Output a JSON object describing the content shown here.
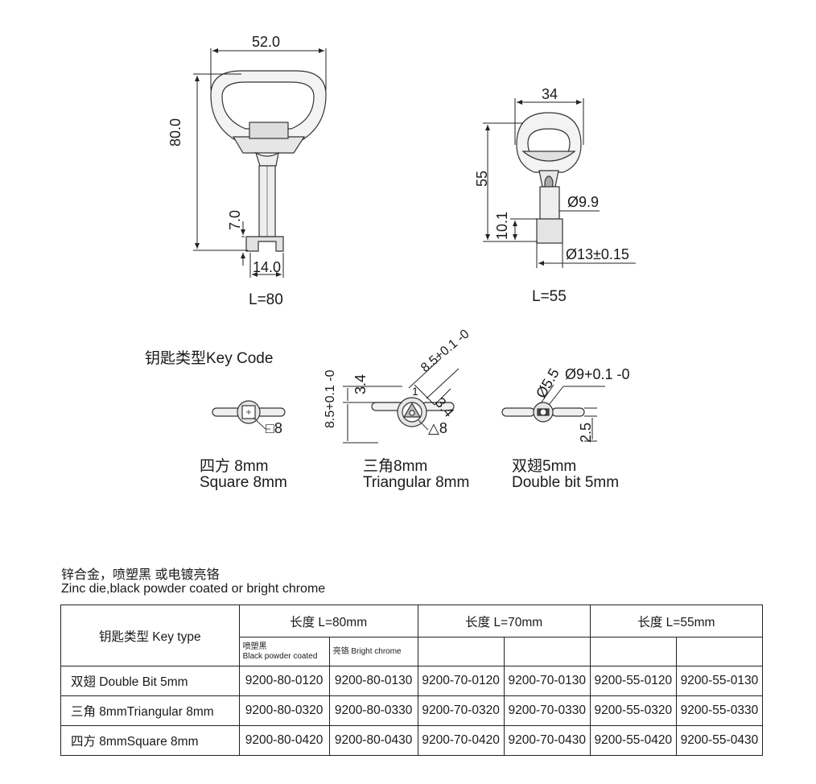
{
  "key80": {
    "width_dim": "52.0",
    "height_dim": "80.0",
    "bit_dim": "7.0",
    "foot_dim": "14.0",
    "caption": "L=80"
  },
  "key55": {
    "width_dim": "34",
    "height_dim": "55",
    "shank_dim": "Ø9.9",
    "bit_len_dim": "10.1",
    "base_dim": "Ø13±0.15",
    "caption": "L=55"
  },
  "key_code_title": "钥匙类型Key Code",
  "profiles": {
    "square": {
      "dim": "□8",
      "cn": "四方 8mm",
      "en": "Square 8mm"
    },
    "triangular": {
      "dim_top": "8.5+0.1 -0",
      "dim_left": "8.5+0.1 -0",
      "dim_a": "3.4",
      "dim_b": "3.4",
      "dim_c": "1",
      "dim_tri": "△8",
      "cn": "三角8mm",
      "en": "Triangular 8mm"
    },
    "double_bit": {
      "dim_dia": "Ø5.5",
      "dim_bore": "Ø9+0.1 -0",
      "dim_h": "2.5",
      "cn": "双翅5mm",
      "en": "Double bit 5mm"
    }
  },
  "material": {
    "cn": "锌合金，喷塑黑 或电镀亮铬",
    "en": "Zinc die,black powder coated or bright chrome"
  },
  "table": {
    "key_type_header": "钥匙类型 Key type",
    "groups": [
      "长度 L=80mm",
      "长度 L=70mm",
      "长度 L=55mm"
    ],
    "sub_black_cn": "喷塑黑",
    "sub_black_en": "Black powder coated",
    "sub_chrome": "亮铬 Bright chrome",
    "rows": [
      {
        "type": "双翅 Double Bit 5mm",
        "codes": [
          "9200-80-0120",
          "9200-80-0130",
          "9200-70-0120",
          "9200-70-0130",
          "9200-55-0120",
          "9200-55-0130"
        ]
      },
      {
        "type": "三角 8mmTriangular 8mm",
        "codes": [
          "9200-80-0320",
          "9200-80-0330",
          "9200-70-0320",
          "9200-70-0330",
          "9200-55-0320",
          "9200-55-0330"
        ]
      },
      {
        "type": "四方 8mmSquare 8mm",
        "codes": [
          "9200-80-0420",
          "9200-80-0430",
          "9200-70-0420",
          "9200-70-0430",
          "9200-55-0420",
          "9200-55-0430"
        ]
      }
    ]
  }
}
